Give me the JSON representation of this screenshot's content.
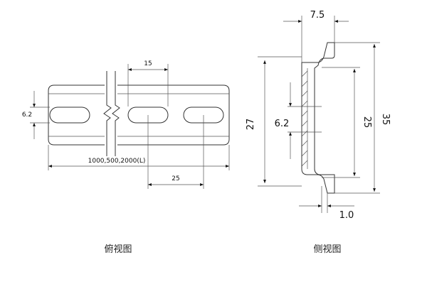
{
  "top_view": {
    "caption": "俯视图",
    "dims": {
      "slot_pitch": "15",
      "height": "6.2",
      "length": "1000,500,2000(L)",
      "spacing": "25"
    }
  },
  "side_view": {
    "caption": "侧视图",
    "dims": {
      "flange": "7.5",
      "outer_height": "27",
      "slot": "6.2",
      "inner_height": "25",
      "total_height": "35",
      "thickness": "1.0"
    }
  }
}
